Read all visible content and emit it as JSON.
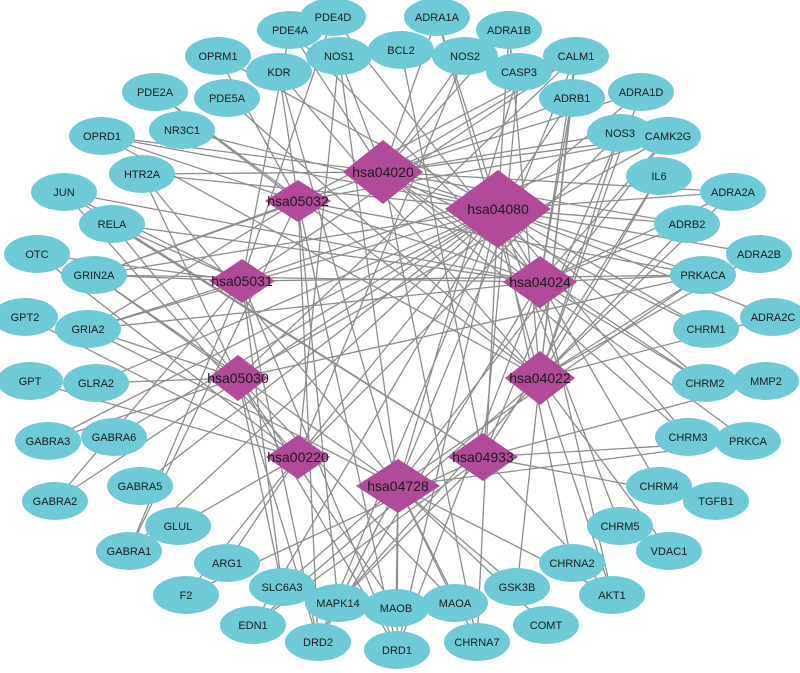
{
  "colors": {
    "gene_fill": "#6dcad6",
    "pathway_fill": "#b24a9a",
    "edge": "#8c8c8c"
  },
  "pathways": [
    "hsa04020",
    "hsa04080",
    "hsa05032",
    "hsa05031",
    "hsa04024",
    "hsa05030",
    "hsa04022",
    "hsa00220",
    "hsa04933",
    "hsa04728"
  ],
  "genes": [
    "PDE4A",
    "PDE4D",
    "ADRA1A",
    "ADRA1B",
    "OPRM1",
    "NOS1",
    "BCL2",
    "NOS2",
    "CALM1",
    "KDR",
    "CASP3",
    "PDE2A",
    "PDE5A",
    "ADRB1",
    "ADRA1D",
    "NR3C1",
    "OPRD1",
    "NOS3",
    "CAMK2G",
    "HTR2A",
    "IL6",
    "JUN",
    "ADRA2A",
    "RELA",
    "ADRB2",
    "ADRA2B",
    "OTC",
    "GRIN2A",
    "PRKACA",
    "GPT2",
    "ADRA2C",
    "GRIA2",
    "CHRM1",
    "GPT",
    "GLRA2",
    "MMP2",
    "CHRM2",
    "GABRA3",
    "GABRA6",
    "CHRM3",
    "PRKCA",
    "GABRA5",
    "CHRM4",
    "GABRA2",
    "TGFB1",
    "GLUL",
    "CHRM5",
    "GABRA1",
    "VDAC1",
    "ARG1",
    "CHRNA2",
    "F2",
    "SLC6A3",
    "GSK3B",
    "AKT1",
    "MAPK14",
    "MAOA",
    "COMT",
    "EDN1",
    "MAOB",
    "DRD2",
    "CHRNA7",
    "DRD1"
  ],
  "edges": [
    [
      "hsa04020",
      "PDE4A"
    ],
    [
      "hsa04020",
      "ADRA1A"
    ],
    [
      "hsa04020",
      "ADRA1B"
    ],
    [
      "hsa04020",
      "NOS1"
    ],
    [
      "hsa04020",
      "NOS2"
    ],
    [
      "hsa04020",
      "CALM1"
    ],
    [
      "hsa04020",
      "ADRA1D"
    ],
    [
      "hsa04020",
      "ADRB1"
    ],
    [
      "hsa04020",
      "NOS3"
    ],
    [
      "hsa04020",
      "CAMK2G"
    ],
    [
      "hsa04020",
      "GRIN2A"
    ],
    [
      "hsa04020",
      "PRKACA"
    ],
    [
      "hsa04020",
      "CHRM1"
    ],
    [
      "hsa04020",
      "CHRM2"
    ],
    [
      "hsa04020",
      "CHRM3"
    ],
    [
      "hsa04020",
      "PRKCA"
    ],
    [
      "hsa04020",
      "ADRB2"
    ],
    [
      "hsa04020",
      "HTR2A"
    ],
    [
      "hsa04020",
      "CHRNA7"
    ],
    [
      "hsa04020",
      "ADRA2A"
    ],
    [
      "hsa04020",
      "OPRD1"
    ],
    [
      "hsa04080",
      "ADRA1A"
    ],
    [
      "hsa04080",
      "ADRA1B"
    ],
    [
      "hsa04080",
      "ADRA1D"
    ],
    [
      "hsa04080",
      "ADRB1"
    ],
    [
      "hsa04080",
      "ADRB2"
    ],
    [
      "hsa04080",
      "ADRA2A"
    ],
    [
      "hsa04080",
      "ADRA2B"
    ],
    [
      "hsa04080",
      "ADRA2C"
    ],
    [
      "hsa04080",
      "CHRM1"
    ],
    [
      "hsa04080",
      "CHRM2"
    ],
    [
      "hsa04080",
      "CHRM3"
    ],
    [
      "hsa04080",
      "CHRM4"
    ],
    [
      "hsa04080",
      "CHRM5"
    ],
    [
      "hsa04080",
      "CHRNA2"
    ],
    [
      "hsa04080",
      "CHRNA7"
    ],
    [
      "hsa04080",
      "DRD1"
    ],
    [
      "hsa04080",
      "DRD2"
    ],
    [
      "hsa04080",
      "GABRA1"
    ],
    [
      "hsa04080",
      "GABRA2"
    ],
    [
      "hsa04080",
      "GABRA3"
    ],
    [
      "hsa04080",
      "GABRA5"
    ],
    [
      "hsa04080",
      "GABRA6"
    ],
    [
      "hsa04080",
      "GLRA2"
    ],
    [
      "hsa04080",
      "GRIA2"
    ],
    [
      "hsa04080",
      "GRIN2A"
    ],
    [
      "hsa04080",
      "HTR2A"
    ],
    [
      "hsa04080",
      "OPRM1"
    ],
    [
      "hsa04080",
      "OPRD1"
    ],
    [
      "hsa04080",
      "F2"
    ],
    [
      "hsa04080",
      "NR3C1"
    ],
    [
      "hsa04080",
      "EDN1"
    ],
    [
      "hsa05032",
      "OPRM1"
    ],
    [
      "hsa05032",
      "KDR"
    ],
    [
      "hsa05032",
      "GRIN2A"
    ],
    [
      "hsa05032",
      "GRIA2"
    ],
    [
      "hsa05032",
      "PRKACA"
    ],
    [
      "hsa05032",
      "CAMK2G"
    ],
    [
      "hsa05032",
      "DRD1"
    ],
    [
      "hsa05032",
      "DRD2"
    ],
    [
      "hsa05032",
      "CALM1"
    ],
    [
      "hsa05032",
      "MAPK14"
    ],
    [
      "hsa05032",
      "GABRA1"
    ],
    [
      "hsa05032",
      "PDE2A"
    ],
    [
      "hsa05031",
      "GRIN2A"
    ],
    [
      "hsa05031",
      "GRIA2"
    ],
    [
      "hsa05031",
      "PRKACA"
    ],
    [
      "hsa05031",
      "CAMK2G"
    ],
    [
      "hsa05031",
      "DRD1"
    ],
    [
      "hsa05031",
      "DRD2"
    ],
    [
      "hsa05031",
      "CALM1"
    ],
    [
      "hsa05031",
      "JUN"
    ],
    [
      "hsa05031",
      "RELA"
    ],
    [
      "hsa05031",
      "GABRA1"
    ],
    [
      "hsa05031",
      "GABRA2"
    ],
    [
      "hsa05031",
      "SLC6A3"
    ],
    [
      "hsa05031",
      "OTC"
    ],
    [
      "hsa05031",
      "PDE4A"
    ],
    [
      "hsa05031",
      "PDE4D"
    ],
    [
      "hsa04024",
      "PDE4A"
    ],
    [
      "hsa04024",
      "PDE4D"
    ],
    [
      "hsa04024",
      "ADRB1"
    ],
    [
      "hsa04024",
      "ADRB2"
    ],
    [
      "hsa04024",
      "PRKACA"
    ],
    [
      "hsa04024",
      "CHRM2"
    ],
    [
      "hsa04024",
      "GRIA2"
    ],
    [
      "hsa04024",
      "GRIN2A"
    ],
    [
      "hsa04024",
      "CALM1"
    ],
    [
      "hsa04024",
      "AKT1"
    ],
    [
      "hsa04024",
      "RELA"
    ],
    [
      "hsa04024",
      "JUN"
    ],
    [
      "hsa04024",
      "DRD1"
    ],
    [
      "hsa04024",
      "DRD2"
    ],
    [
      "hsa04024",
      "ADRA2A"
    ],
    [
      "hsa04024",
      "CAMK2G"
    ],
    [
      "hsa04024",
      "OPRD1"
    ],
    [
      "hsa05030",
      "GRIN2A"
    ],
    [
      "hsa05030",
      "GRIA2"
    ],
    [
      "hsa05030",
      "PRKACA"
    ],
    [
      "hsa05030",
      "CAMK2G"
    ],
    [
      "hsa05030",
      "DRD1"
    ],
    [
      "hsa05030",
      "DRD2"
    ],
    [
      "hsa05030",
      "CALM1"
    ],
    [
      "hsa05030",
      "SLC6A3"
    ],
    [
      "hsa05030",
      "MAOA"
    ],
    [
      "hsa05030",
      "MAOB"
    ],
    [
      "hsa05030",
      "GABRA3"
    ],
    [
      "hsa05030",
      "GLRA2"
    ],
    [
      "hsa05030",
      "RELA"
    ],
    [
      "hsa05030",
      "HTR2A"
    ],
    [
      "hsa04022",
      "PDE2A"
    ],
    [
      "hsa04022",
      "PDE5A"
    ],
    [
      "hsa04022",
      "NOS3"
    ],
    [
      "hsa04022",
      "ADRA1A"
    ],
    [
      "hsa04022",
      "ADRA1B"
    ],
    [
      "hsa04022",
      "ADRA1D"
    ],
    [
      "hsa04022",
      "ADRB1"
    ],
    [
      "hsa04022",
      "ADRB2"
    ],
    [
      "hsa04022",
      "ADRA2A"
    ],
    [
      "hsa04022",
      "CALM1"
    ],
    [
      "hsa04022",
      "PRKACA"
    ],
    [
      "hsa04022",
      "AKT1"
    ],
    [
      "hsa04022",
      "MAPK14"
    ],
    [
      "hsa04022",
      "GSK3B"
    ],
    [
      "hsa04022",
      "VDAC1"
    ],
    [
      "hsa04022",
      "EDN1"
    ],
    [
      "hsa04022",
      "ADRA2B"
    ],
    [
      "hsa04022",
      "ADRA2C"
    ],
    [
      "hsa04022",
      "IL6"
    ],
    [
      "hsa04022",
      "KDR"
    ],
    [
      "hsa04022",
      "OPRD1"
    ],
    [
      "hsa00220",
      "OTC"
    ],
    [
      "hsa00220",
      "GPT"
    ],
    [
      "hsa00220",
      "GPT2"
    ],
    [
      "hsa00220",
      "GLUL"
    ],
    [
      "hsa00220",
      "ARG1"
    ],
    [
      "hsa00220",
      "NOS1"
    ],
    [
      "hsa00220",
      "NOS2"
    ],
    [
      "hsa00220",
      "NOS3"
    ],
    [
      "hsa00220",
      "JUN"
    ],
    [
      "hsa04933",
      "IL6"
    ],
    [
      "hsa04933",
      "NOS3"
    ],
    [
      "hsa04933",
      "PRKCA"
    ],
    [
      "hsa04933",
      "JUN"
    ],
    [
      "hsa04933",
      "RELA"
    ],
    [
      "hsa04933",
      "AKT1"
    ],
    [
      "hsa04933",
      "MAPK14"
    ],
    [
      "hsa04933",
      "BCL2"
    ],
    [
      "hsa04933",
      "CASP3"
    ],
    [
      "hsa04933",
      "TGFB1"
    ],
    [
      "hsa04933",
      "MMP2"
    ],
    [
      "hsa04933",
      "EDN1"
    ],
    [
      "hsa04933",
      "F2"
    ],
    [
      "hsa04728",
      "DRD1"
    ],
    [
      "hsa04728",
      "DRD2"
    ],
    [
      "hsa04728",
      "MAOA"
    ],
    [
      "hsa04728",
      "MAOB"
    ],
    [
      "hsa04728",
      "SLC6A3"
    ],
    [
      "hsa04728",
      "COMT"
    ],
    [
      "hsa04728",
      "PRKACA"
    ],
    [
      "hsa04728",
      "CALM1"
    ],
    [
      "hsa04728",
      "CAMK2G"
    ],
    [
      "hsa04728",
      "GSK3B"
    ],
    [
      "hsa04728",
      "AKT1"
    ],
    [
      "hsa04728",
      "GRIA2"
    ],
    [
      "hsa04728",
      "GRIN2A"
    ],
    [
      "hsa04728",
      "PRKCA"
    ],
    [
      "hsa04728",
      "CHRNA7"
    ],
    [
      "hsa04728",
      "HTR2A"
    ],
    [
      "hsa04728",
      "MAPK14"
    ],
    [
      "hsa04728",
      "KDR"
    ],
    [
      "hsa04728",
      "NOS1"
    ],
    [
      "hsa04728",
      "CASP3"
    ]
  ]
}
